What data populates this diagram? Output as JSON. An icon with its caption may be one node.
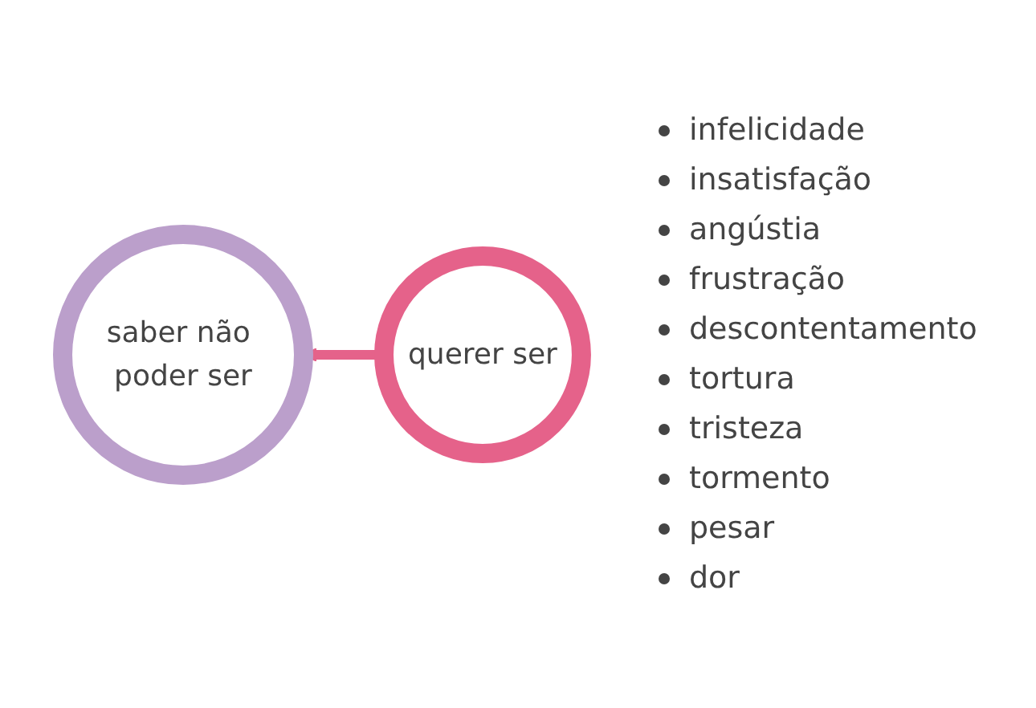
{
  "diagram": {
    "nodes": [
      {
        "text": [
          "querer ser"
        ]
      },
      {
        "text": [
          "saber não poder ser"
        ]
      }
    ],
    "edges": [
      {
        "from": 0,
        "to": 1,
        "arrow": "to"
      }
    ],
    "labels": [
      "infelicidade",
      "insatisfação",
      "angústia",
      "frustração",
      "descontentamento",
      "tortura",
      "tristeza",
      "tormento",
      "pesar",
      "dor"
    ]
  }
}
